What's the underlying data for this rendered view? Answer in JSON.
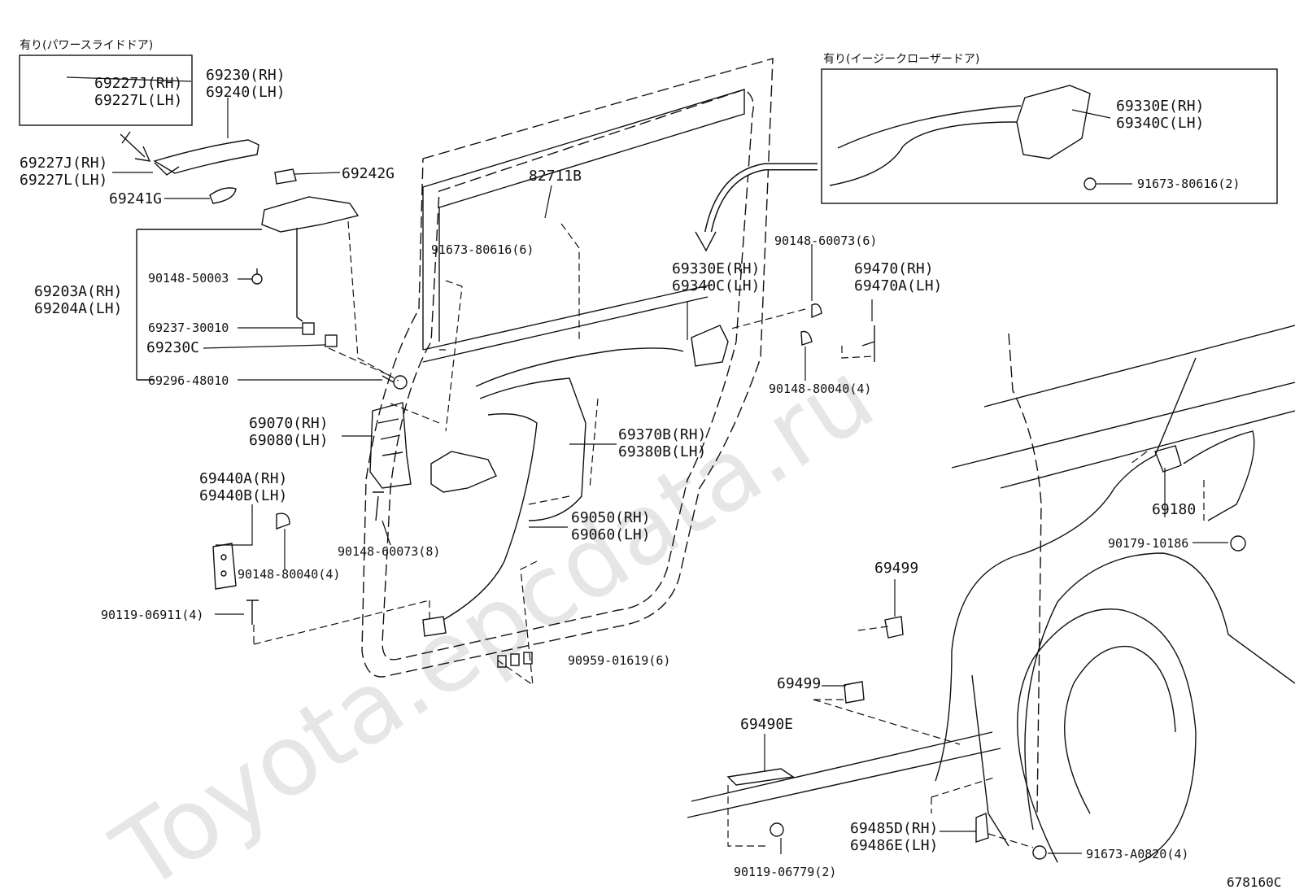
{
  "diagram": {
    "drawing_code": "678160C",
    "watermark": "Toyota.epcdata.ru",
    "option_notes": {
      "power_slide_door": "有り(パワースライドドア)",
      "easy_closer_door": "有り(イージークローザードア)"
    },
    "callouts": {
      "c69227jl_box": [
        "69227J(RH)",
        "69227L(LH)"
      ],
      "c69230": [
        "69230(RH)",
        "69240(LH)"
      ],
      "c69227jl": [
        "69227J(RH)",
        "69227L(LH)"
      ],
      "c69242g": "69242G",
      "c69241g": "69241G",
      "c82711b": "82711B",
      "c91673_6": "91673-80616(6)",
      "c69203a": [
        "69203A(RH)",
        "69204A(LH)"
      ],
      "c90148_50003": "90148-50003",
      "c69237": "69237-30010",
      "c69230c": "69230C",
      "c69296": "69296-48010",
      "c69330e_main": [
        "69330E(RH)",
        "69340C(LH)"
      ],
      "c69330e_box": [
        "69330E(RH)",
        "69340C(LH)"
      ],
      "c91673_2": "91673-80616(2)",
      "c90148_60073_6": "90148-60073(6)",
      "c69470": [
        "69470(RH)",
        "69470A(LH)"
      ],
      "c90148_80040_4a": "90148-80040(4)",
      "c69070": [
        "69070(RH)",
        "69080(LH)"
      ],
      "c69370b": [
        "69370B(RH)",
        "69380B(LH)"
      ],
      "c69440a": [
        "69440A(RH)",
        "69440B(LH)"
      ],
      "c69050": [
        "69050(RH)",
        "69060(LH)"
      ],
      "c90148_60073_8": "90148-60073(8)",
      "c90148_80040_4b": "90148-80040(4)",
      "c90119_06911": "90119-06911(4)",
      "c90959": "90959-01619(6)",
      "c69180": "69180",
      "c90179": "90179-10186",
      "c69499a": "69499",
      "c69499b": "69499",
      "c69490e": "69490E",
      "c69485d": [
        "69485D(RH)",
        "69486E(LH)"
      ],
      "c90119_06779": "90119-06779(2)",
      "c91673_a0820": "91673-A0820(4)"
    }
  }
}
